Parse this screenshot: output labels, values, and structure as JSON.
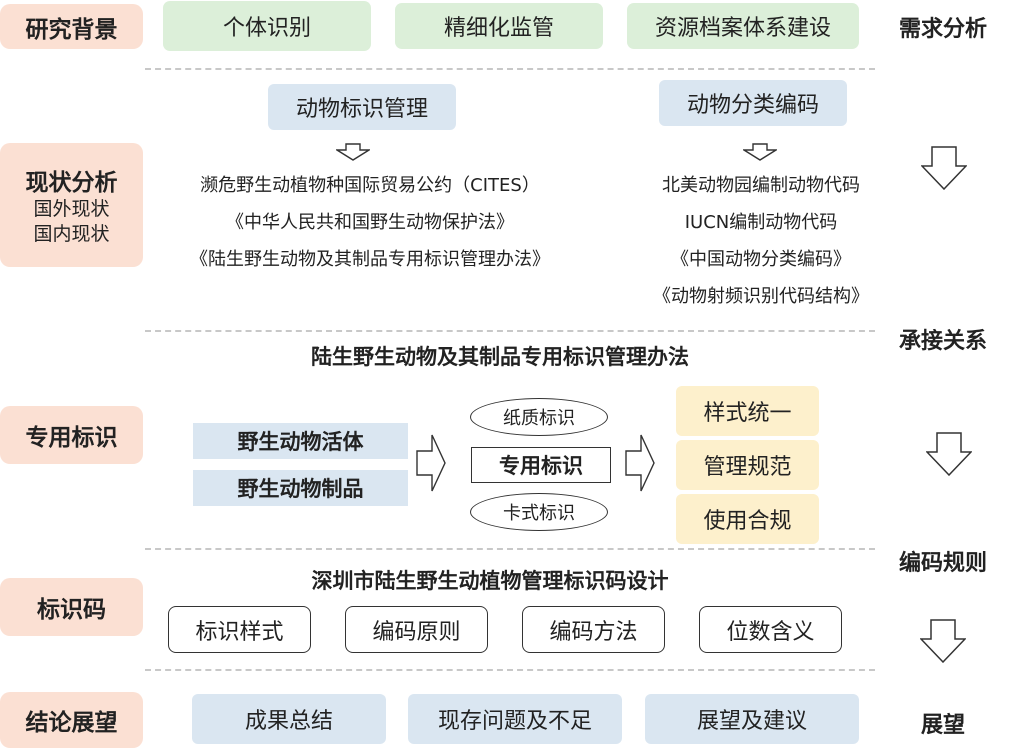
{
  "stages": {
    "background": "研究背景",
    "status": "现状分析",
    "status_sub1": "国外现状",
    "status_sub2": "国内现状",
    "special": "专用标识",
    "code": "标识码",
    "conclusion": "结论展望"
  },
  "right_labels": {
    "demand": "需求分析",
    "connect": "承接关系",
    "coding_rules": "编码规则",
    "outlook": "展望"
  },
  "background_items": [
    "个体识别",
    "精细化监管",
    "资源档案体系建设"
  ],
  "status": {
    "left_title": "动物标识管理",
    "right_title": "动物分类编码",
    "left_list": [
      "濒危野生动植物种国际贸易公约（CITES）",
      "《中华人民共和国野生动物保护法》",
      "《陆生野生动物及其制品专用标识管理办法》"
    ],
    "right_list": [
      "北美动物园编制动物代码",
      "IUCN编制动物代码",
      "《中国动物分类编码》",
      "《动物射频识别代码结构》"
    ]
  },
  "special": {
    "heading": "陆生野生动物及其制品专用标识管理办法",
    "inputs": [
      "野生动物活体",
      "野生动物制品"
    ],
    "paper": "纸质标识",
    "center": "专用标识",
    "card": "卡式标识",
    "outputs": [
      "样式统一",
      "管理规范",
      "使用合规"
    ]
  },
  "code": {
    "heading": "深圳市陆生野生动植物管理标识码设计",
    "items": [
      "标识样式",
      "编码原则",
      "编码方法",
      "位数含义"
    ]
  },
  "conclusion_items": [
    "成果总结",
    "现存问题及不足",
    "展望及建议"
  ]
}
